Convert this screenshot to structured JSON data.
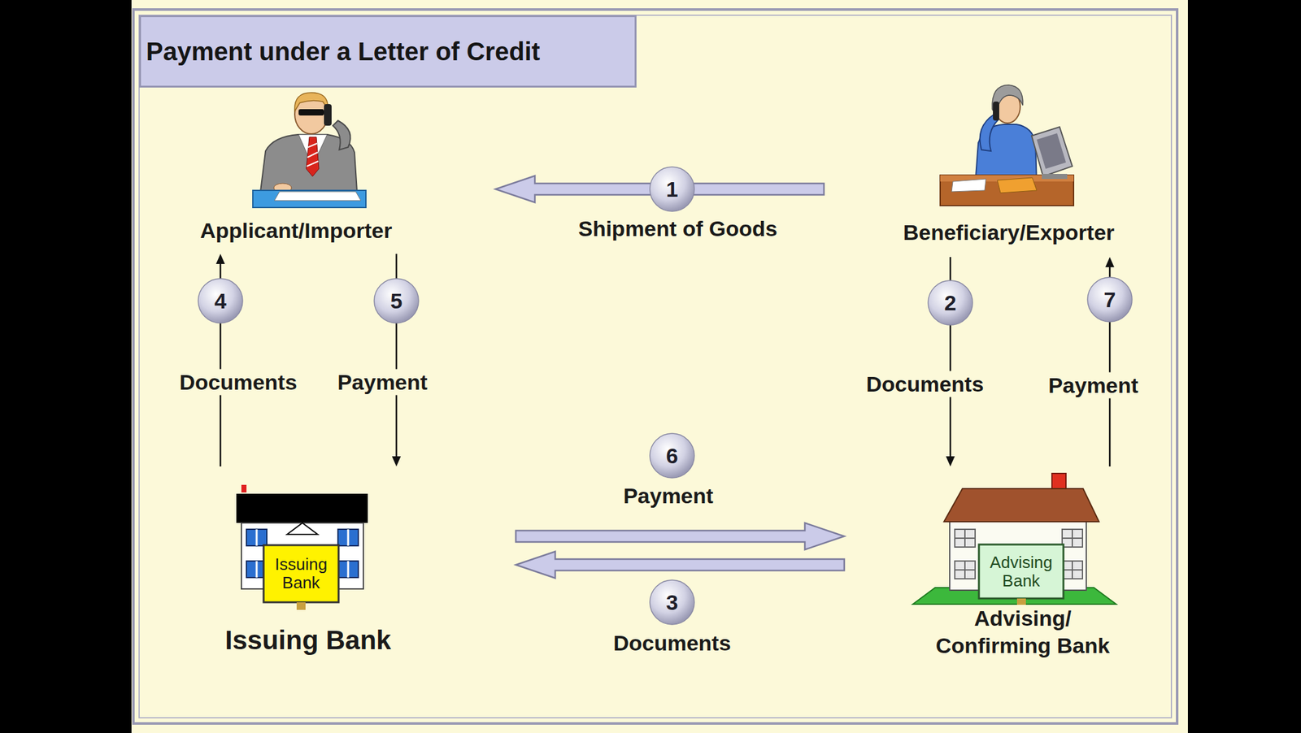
{
  "diagram": {
    "title": "Payment under a Letter of Credit",
    "nodes": [
      {
        "text": [
          "Applicant/Importer"
        ]
      },
      {
        "text": [
          "Beneficiary/Exporter"
        ]
      },
      {
        "text": [
          "Issuing Bank",
          "Issuing Bank"
        ]
      },
      {
        "text": [
          "Advising Bank",
          "Advising/ Confirming Bank"
        ]
      }
    ],
    "edges": [
      {
        "from": 1,
        "to": 0,
        "label": "Shipment of Goods",
        "arrow": "to"
      },
      {
        "from": 1,
        "to": 3,
        "label": "Documents",
        "arrow": "to"
      },
      {
        "from": 3,
        "to": 2,
        "label": "Documents",
        "arrow": "to"
      },
      {
        "from": 2,
        "to": 0,
        "label": "Documents",
        "arrow": "to"
      },
      {
        "from": 0,
        "to": 2,
        "label": "Payment",
        "arrow": "to"
      },
      {
        "from": 2,
        "to": 3,
        "label": "Payment",
        "arrow": "to"
      },
      {
        "from": 3,
        "to": 1,
        "label": "Payment",
        "arrow": "to"
      }
    ],
    "labels": [
      "1",
      "2",
      "3",
      "4",
      "5",
      "6",
      "7"
    ]
  }
}
